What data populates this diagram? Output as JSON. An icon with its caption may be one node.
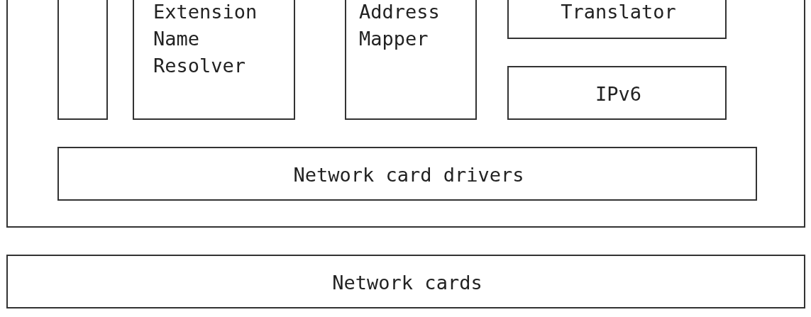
{
  "diagram": {
    "nodes": [
      {
        "text": [],
        "shape": "box"
      },
      {
        "text": [],
        "shape": "box",
        "in": 0
      },
      {
        "text": [
          "Extension Name Resolver"
        ],
        "in": 0
      },
      {
        "text": [
          "Address Mapper"
        ],
        "in": 0
      },
      {
        "text": [
          "Translator"
        ],
        "in": 0
      },
      {
        "text": [
          "IPv6"
        ],
        "in": 0
      },
      {
        "text": [
          "Network card drivers"
        ],
        "in": 0
      },
      {
        "text": [
          "Network cards"
        ]
      }
    ],
    "edges": []
  }
}
